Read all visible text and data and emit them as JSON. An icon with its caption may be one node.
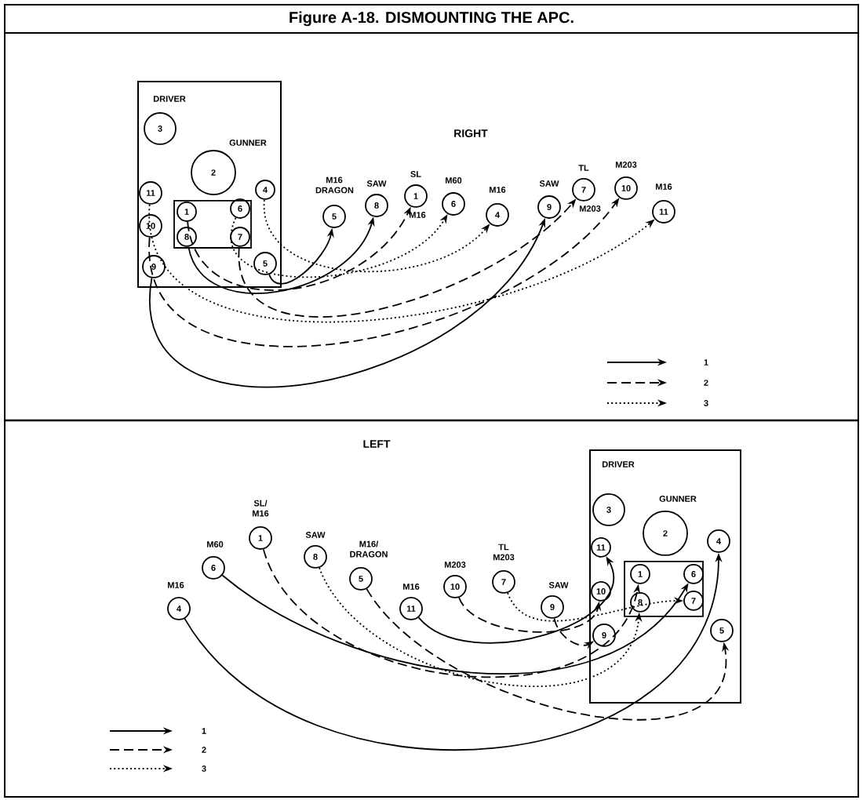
{
  "diagram": {
    "title": "Figure A-18. DISMOUNTING THE APC.",
    "nodes": [
      {
        "text": [
          "DRIVER",
          "GUNNER"
        ]
      },
      {
        "text": [
          "3"
        ],
        "in": 0
      },
      {
        "text": [
          "2"
        ],
        "in": 0
      },
      {
        "text": [
          "11"
        ],
        "in": 0
      },
      {
        "text": [
          "1"
        ],
        "in": 0
      },
      {
        "text": [
          "6"
        ],
        "in": 0
      },
      {
        "text": [
          "4"
        ],
        "in": 0
      },
      {
        "text": [
          "10"
        ],
        "in": 0
      },
      {
        "text": [
          "8"
        ],
        "in": 0
      },
      {
        "text": [
          "7"
        ],
        "in": 0
      },
      {
        "text": [
          "9"
        ],
        "in": 0
      },
      {
        "text": [
          "5"
        ],
        "in": 0
      },
      {
        "text": [
          "5"
        ],
        "beside": [
          "M16 DRAGON"
        ]
      },
      {
        "text": [
          "8"
        ],
        "beside": [
          "SAW"
        ]
      },
      {
        "text": [
          "1"
        ],
        "beside": [
          "SL",
          "M16"
        ]
      },
      {
        "text": [
          "6"
        ],
        "beside": [
          "M60"
        ]
      },
      {
        "text": [
          "4"
        ],
        "beside": [
          "M16"
        ]
      },
      {
        "text": [
          "9"
        ],
        "beside": [
          "SAW"
        ]
      },
      {
        "text": [
          "7"
        ],
        "beside": [
          "TL",
          "M203"
        ]
      },
      {
        "text": [
          "10"
        ],
        "beside": [
          "M203"
        ]
      },
      {
        "text": [
          "11"
        ],
        "beside": [
          "M16"
        ]
      },
      {
        "text": [
          "4"
        ],
        "beside": [
          "M16"
        ]
      },
      {
        "text": [
          "6"
        ],
        "beside": [
          "M60"
        ]
      },
      {
        "text": [
          "1"
        ],
        "beside": [
          "SL/ M16"
        ]
      },
      {
        "text": [
          "8"
        ],
        "beside": [
          "SAW"
        ]
      },
      {
        "text": [
          "5"
        ],
        "beside": [
          "M16/ DRAGON"
        ]
      },
      {
        "text": [
          "11"
        ],
        "beside": [
          "M16"
        ]
      },
      {
        "text": [
          "10"
        ],
        "beside": [
          "M203"
        ]
      },
      {
        "text": [
          "7"
        ],
        "beside": [
          "TL M203"
        ]
      },
      {
        "text": [
          "9"
        ],
        "beside": [
          "SAW"
        ]
      },
      {
        "text": [
          "DRIVER",
          "GUNNER"
        ]
      },
      {
        "text": [
          "3"
        ],
        "in": 30
      },
      {
        "text": [
          "2"
        ],
        "in": 30
      },
      {
        "text": [
          "11"
        ],
        "in": 30
      },
      {
        "text": [
          "4"
        ],
        "in": 30
      },
      {
        "text": [
          "1"
        ],
        "in": 30
      },
      {
        "text": [
          "6"
        ],
        "in": 30
      },
      {
        "text": [
          "10"
        ],
        "in": 30
      },
      {
        "text": [
          "8"
        ],
        "in": 30
      },
      {
        "text": [
          "7"
        ],
        "in": 30
      },
      {
        "text": [
          "9"
        ],
        "in": 30
      },
      {
        "text": [
          "5"
        ],
        "in": 30
      }
    ],
    "edges": [
      {
        "from": 11,
        "to": 12,
        "arrow": "to"
      },
      {
        "from": 8,
        "to": 13,
        "arrow": "to"
      },
      {
        "from": 4,
        "to": 14,
        "arrow": "to",
        "style": "dashed"
      },
      {
        "from": 5,
        "to": 15,
        "arrow": "to",
        "style": "dashed"
      },
      {
        "from": 6,
        "to": 16,
        "arrow": "to",
        "style": "dashed"
      },
      {
        "from": 10,
        "to": 17,
        "arrow": "to"
      },
      {
        "from": 9,
        "to": 18,
        "arrow": "to",
        "style": "dashed"
      },
      {
        "from": 7,
        "to": 19,
        "arrow": "to",
        "style": "dashed"
      },
      {
        "from": 3,
        "to": 20,
        "arrow": "to",
        "style": "dashed"
      },
      {
        "from": 21,
        "to": 34,
        "arrow": "to"
      },
      {
        "from": 22,
        "to": 36,
        "arrow": "to"
      },
      {
        "from": 23,
        "to": 35,
        "arrow": "to",
        "style": "dashed"
      },
      {
        "from": 24,
        "to": 38,
        "arrow": "to",
        "style": "dashed"
      },
      {
        "from": 25,
        "to": 41,
        "arrow": "to",
        "style": "dashed"
      },
      {
        "from": 26,
        "to": 33,
        "arrow": "to"
      },
      {
        "from": 27,
        "to": 37,
        "arrow": "to",
        "style": "dashed"
      },
      {
        "from": 28,
        "to": 39,
        "arrow": "to",
        "style": "dashed"
      },
      {
        "from": 29,
        "to": 40,
        "arrow": "to",
        "style": "dashed"
      }
    ],
    "labels": [
      "RIGHT",
      "LEFT"
    ],
    "legend": [
      {
        "text": "1"
      },
      {
        "text": "2"
      },
      {
        "text": "3"
      },
      {
        "text": "1"
      },
      {
        "text": "2"
      },
      {
        "text": "3"
      }
    ]
  }
}
